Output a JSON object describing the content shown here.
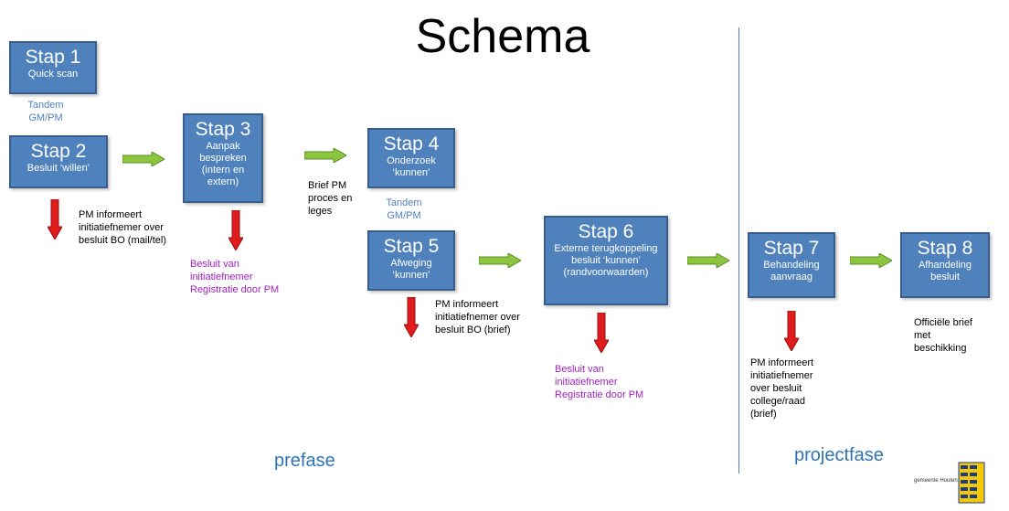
{
  "title": "Schema",
  "steps": [
    {
      "big": "Stap 1",
      "small": "Quick scan"
    },
    {
      "big": "Stap 2",
      "small": "Besluit ‘willen’"
    },
    {
      "big": "Stap 3",
      "small": "Aanpak bespreken (intern en extern)"
    },
    {
      "big": "Stap 4",
      "small": "Onderzoek ‘kunnen’"
    },
    {
      "big": "Stap 5",
      "small": "Afweging ‘kunnen’"
    },
    {
      "big": "Stap 6",
      "small": "Externe terugkoppeling besluit ‘kunnen’ (randvoorwaarden)"
    },
    {
      "big": "Stap 7",
      "small": "Behandeling aanvraag"
    },
    {
      "big": "Stap 8",
      "small": "Afhandeling besluit"
    }
  ],
  "tandem1": "Tandem GM/PM",
  "tandem2": "Tandem GM/PM",
  "notes": {
    "pm1": "PM informeert initiatiefnemer over besluit BO (mail/tel)",
    "brief": "Brief PM proces en leges",
    "besluit1": "Besluit van initiatiefnemer Registratie door PM",
    "pm2": "PM informeert initiatiefnemer over besluit BO (brief)",
    "besluit2": "Besluit van initiatiefnemer Registratie door PM",
    "pm3": "PM informeert initiatiefnemer over besluit college/raad (brief)",
    "officiele": "Officiële brief met beschikking"
  },
  "phases": {
    "pre": "prefase",
    "project": "projectfase"
  },
  "logo_text": "gemeente Houten",
  "colors": {
    "box": "#4f81bd",
    "green_arrow": "#8cc63f",
    "red_arrow": "#e01b1b",
    "purple": "#a020c0"
  }
}
